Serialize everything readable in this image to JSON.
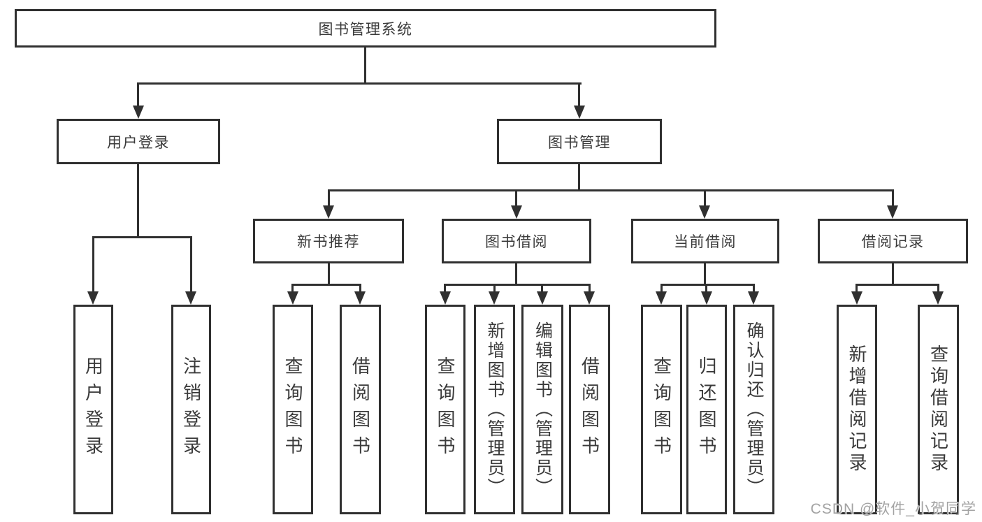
{
  "diagram": {
    "root": {
      "label": "图书管理系统"
    },
    "branches": [
      {
        "label": "用户登录",
        "children": [
          {
            "label": "用户登录"
          },
          {
            "label": "注销登录"
          }
        ]
      },
      {
        "label": "图书管理",
        "sections": [
          {
            "label": "新书推荐",
            "children": [
              {
                "label": "查询图书"
              },
              {
                "label": "借阅图书"
              }
            ]
          },
          {
            "label": "图书借阅",
            "children": [
              {
                "label": "查询图书"
              },
              {
                "label": "新增图书（管理员）"
              },
              {
                "label": "编辑图书（管理员）"
              },
              {
                "label": "借阅图书"
              }
            ]
          },
          {
            "label": "当前借阅",
            "children": [
              {
                "label": "查询图书"
              },
              {
                "label": "归还图书"
              },
              {
                "label": "确认归还（管理员）"
              }
            ]
          },
          {
            "label": "借阅记录",
            "children": [
              {
                "label": "新增借阅记录"
              },
              {
                "label": "查询借阅记录"
              }
            ]
          }
        ]
      }
    ]
  },
  "watermark": {
    "text": "CSDN @软件_小贺同学"
  },
  "colors": {
    "line": "#303030",
    "text": "#3a3a3a",
    "watermark": "#a3a3a3",
    "background": "#ffffff"
  }
}
